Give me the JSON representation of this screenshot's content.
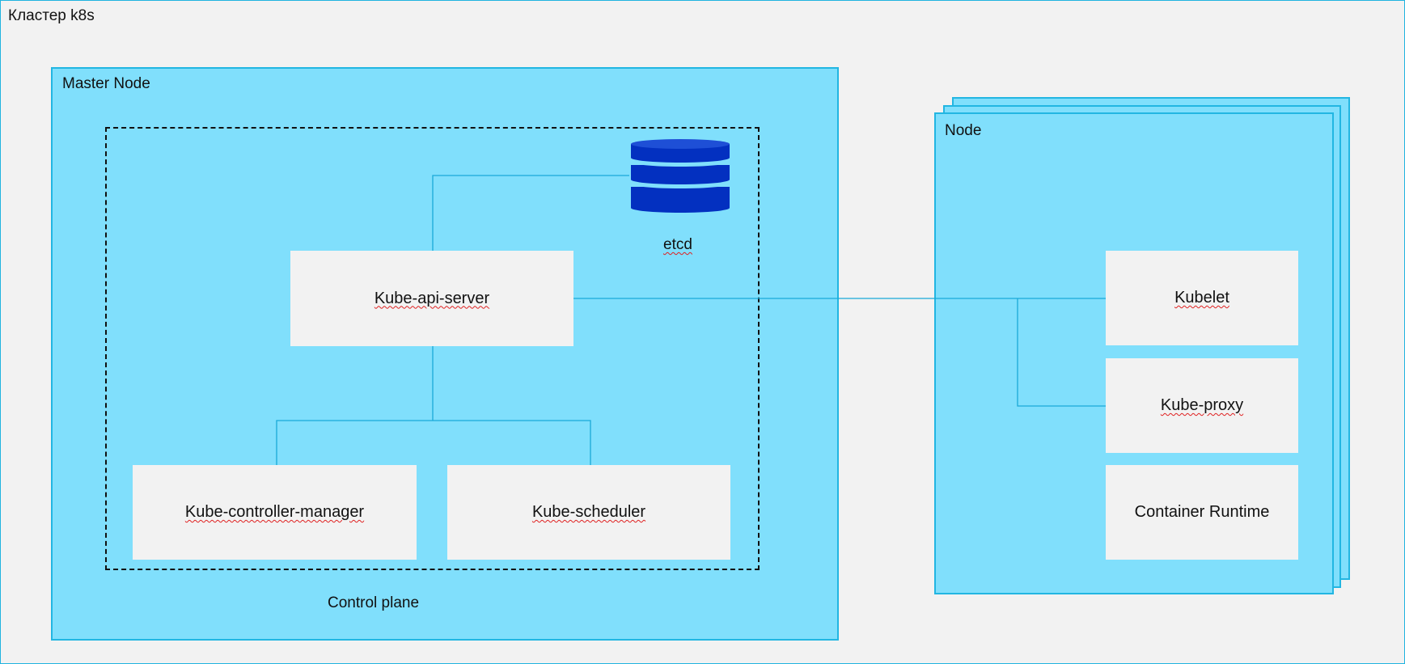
{
  "cluster": {
    "title": "Кластер k8s"
  },
  "master_node": {
    "title": "Master Node"
  },
  "control_plane": {
    "caption": "Control plane"
  },
  "etcd": {
    "label": "etcd",
    "icon": "database-icon"
  },
  "components": {
    "api_server": "Kube-api-server",
    "controller_manager": "Kube-controller-manager",
    "scheduler": "Kube-scheduler"
  },
  "worker_node": {
    "title": "Node",
    "kubelet": "Kubelet",
    "kube_proxy": "Kube-proxy",
    "container_runtime": "Container Runtime"
  },
  "colors": {
    "node_fill": "#80dffc",
    "border": "#22b6e2",
    "box_fill": "#f2f2f2",
    "etcd_fill": "#0330c0",
    "connector": "#1aa9d8"
  }
}
